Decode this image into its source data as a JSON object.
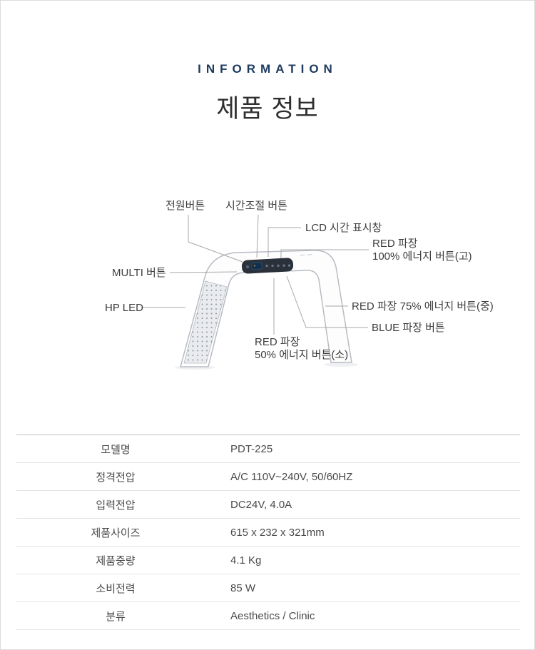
{
  "header": {
    "eyebrow": "INFORMATION",
    "title": "제품 정보"
  },
  "diagram": {
    "labels": {
      "power": "전원버튼",
      "time": "시간조절 버튼",
      "lcd": "LCD 시간 표시창",
      "red100_l1": "RED 파장",
      "red100_l2": "100% 에너지 버튼(고)",
      "multi": "MULTI 버튼",
      "red75": "RED 파장 75% 에너지 버튼(중)",
      "hpled": "HP LED",
      "blue": "BLUE 파장 버튼",
      "red50_l1": "RED 파장",
      "red50_l2": "50% 에너지 버튼(소)"
    }
  },
  "table": {
    "rows": [
      {
        "label": "모델명",
        "value": "PDT-225"
      },
      {
        "label": "정격전압",
        "value": "A/C 110V~240V, 50/60HZ"
      },
      {
        "label": "입력전압",
        "value": "DC24V, 4.0A"
      },
      {
        "label": "제품사이즈",
        "value": "615 x 232 x 321mm"
      },
      {
        "label": "제품중량",
        "value": "4.1 Kg"
      },
      {
        "label": "소비전력",
        "value": "85 W"
      },
      {
        "label": "분류",
        "value": "Aesthetics / Clinic"
      }
    ]
  },
  "colors": {
    "accent_navy": "#1c3a5e",
    "leader_line": "#a8a8a8",
    "device_outline": "#b8bcc3"
  }
}
